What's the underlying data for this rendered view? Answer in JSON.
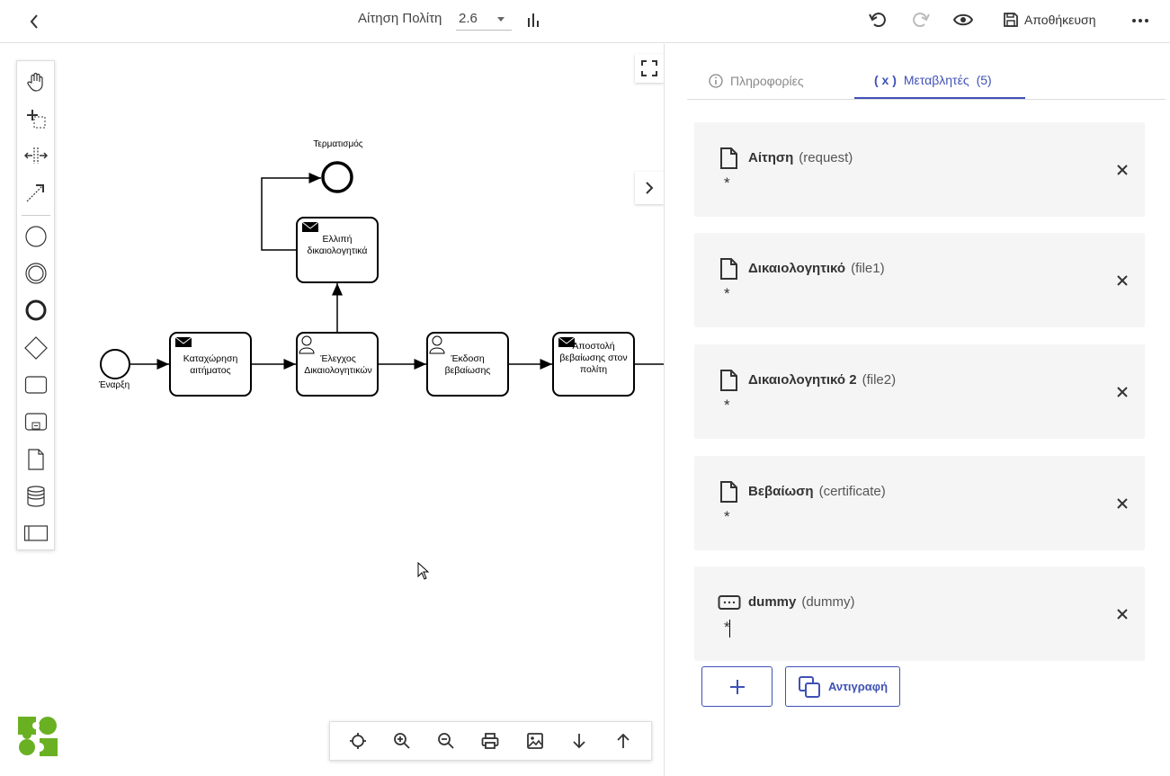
{
  "header": {
    "title": "Αίτηση Πολίτη",
    "version": "2.6",
    "save_label": "Αποθήκευση"
  },
  "diagram": {
    "start_label": "Έναρξη",
    "end_label": "Τερματισμός",
    "tasks": [
      {
        "line1": "Καταχώρηση",
        "line2": "αιτήματος",
        "line3": "",
        "kind": "message"
      },
      {
        "line1": "Έλεγχος",
        "line2": "Δικαιολογητικών",
        "line3": "",
        "kind": "user"
      },
      {
        "line1": "Έκδοση",
        "line2": "βεβαίωσης",
        "line3": "",
        "kind": "user"
      },
      {
        "line1": "Αποστολή",
        "line2": "βεβαίωσης στον",
        "line3": "πολίτη",
        "kind": "message"
      },
      {
        "line1": "Ελλιπή",
        "line2": "δικαιολογητικά",
        "line3": "",
        "kind": "message"
      }
    ]
  },
  "panel": {
    "tab_info": "Πληροφορίες",
    "tab_vars_icon": "( x )",
    "tab_vars": "Μεταβλητές",
    "tab_vars_count": "(5)",
    "variables": [
      {
        "name": "Αίτηση",
        "key": "(request)",
        "marker": "*",
        "icon": "file-icon"
      },
      {
        "name": "Δικαιολογητικό",
        "key": "(file1)",
        "marker": "*",
        "icon": "file-icon"
      },
      {
        "name": "Δικαιολογητικό 2",
        "key": "(file2)",
        "marker": "*",
        "icon": "file-icon"
      },
      {
        "name": "Βεβαίωση",
        "key": "(certificate)",
        "marker": "*",
        "icon": "file-icon"
      },
      {
        "name": "dummy",
        "key": "(dummy)",
        "marker": "*",
        "icon": "text-field-icon"
      }
    ],
    "copy_label": "Αντιγραφή"
  }
}
